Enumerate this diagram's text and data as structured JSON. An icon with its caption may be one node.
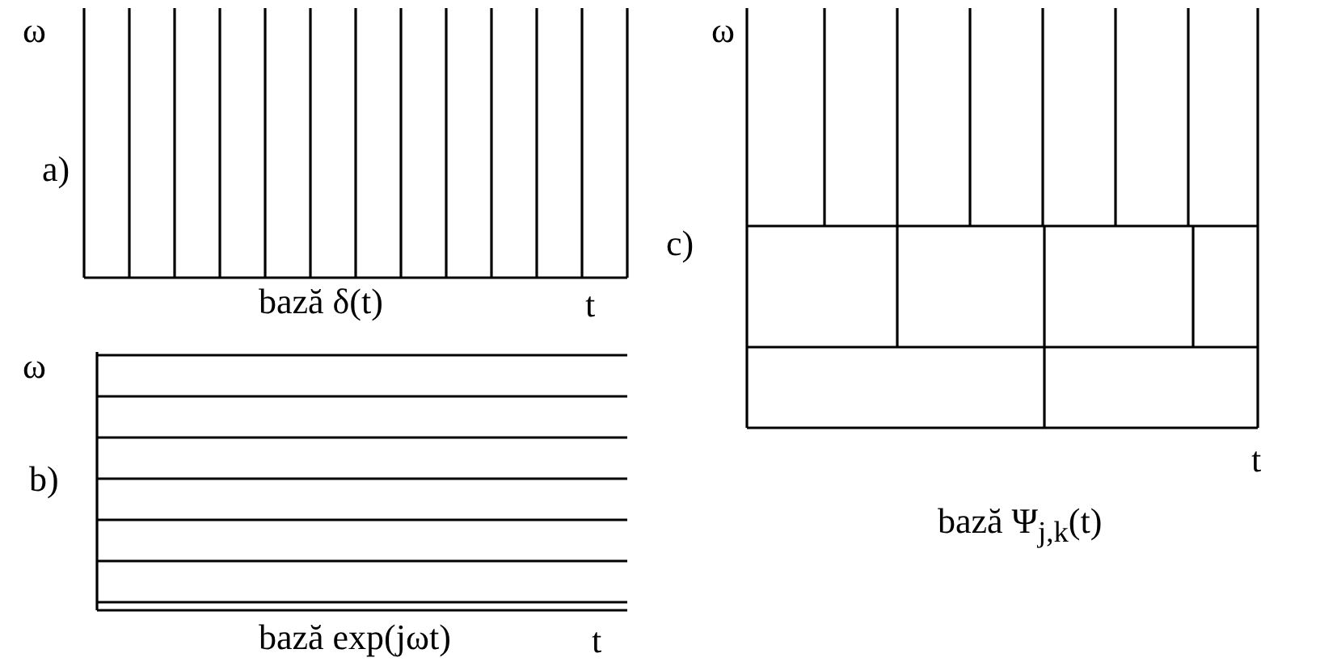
{
  "diagram": {
    "labels": [
      "ω",
      "a)",
      "bază δ(t)",
      "t",
      "ω",
      "b)",
      "bază exp(jωt)",
      "t",
      "ω",
      "c)",
      "bază Ψ$_{j,k}$(t)",
      "t"
    ]
  }
}
